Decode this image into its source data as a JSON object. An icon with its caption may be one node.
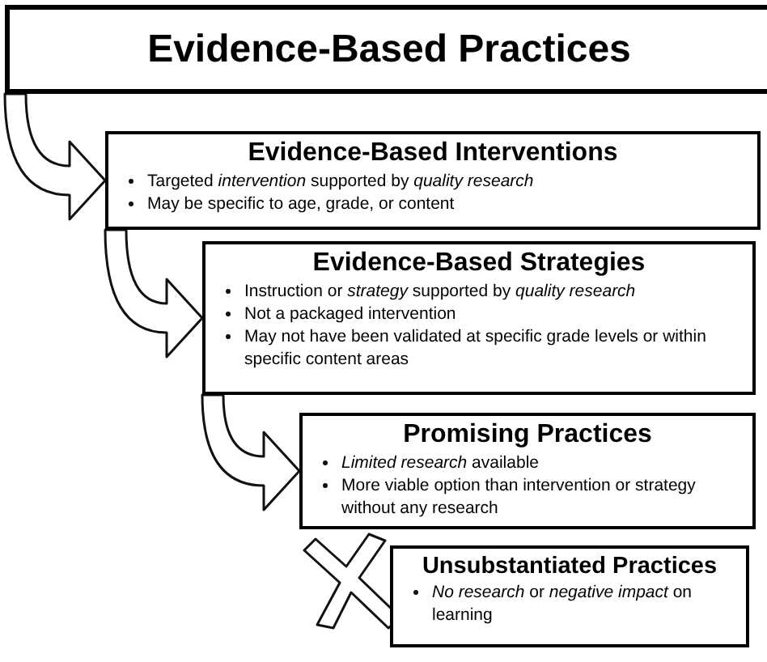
{
  "diagram": {
    "nodes": [
      {
        "text": [
          "Evidence-Based Practices"
        ]
      },
      {
        "text": [
          "Evidence-Based Interventions",
          "Targeted *intervention* supported by *quality research*",
          "May be specific to age, grade, or content"
        ]
      },
      {
        "text": [
          "Evidence-Based Strategies",
          "Instruction or *strategy* supported by *quality research*",
          "Not a packaged intervention",
          "May not have been validated at specific grade levels or within specific content areas"
        ]
      },
      {
        "text": [
          "Promising Practices",
          "*Limited research* available",
          "More viable option than intervention or strategy without any research"
        ]
      },
      {
        "text": [
          "Unsubstantiated Practices",
          "*No research* or *negative impact* on learning"
        ]
      }
    ],
    "edges": [
      {
        "from": 0,
        "to": 1,
        "arrow": "to"
      },
      {
        "from": 1,
        "to": 2,
        "arrow": "to"
      },
      {
        "from": 2,
        "to": 3,
        "arrow": "to"
      }
    ]
  }
}
